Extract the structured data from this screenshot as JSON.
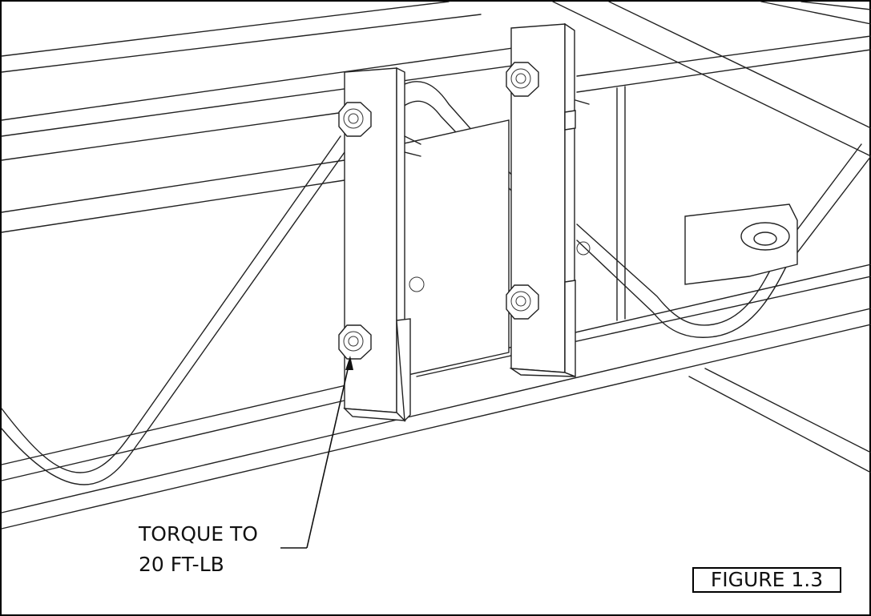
{
  "callout": {
    "line1": "TORQUE TO",
    "line2": "20 FT-LB"
  },
  "figure_label": "FIGURE 1.3"
}
